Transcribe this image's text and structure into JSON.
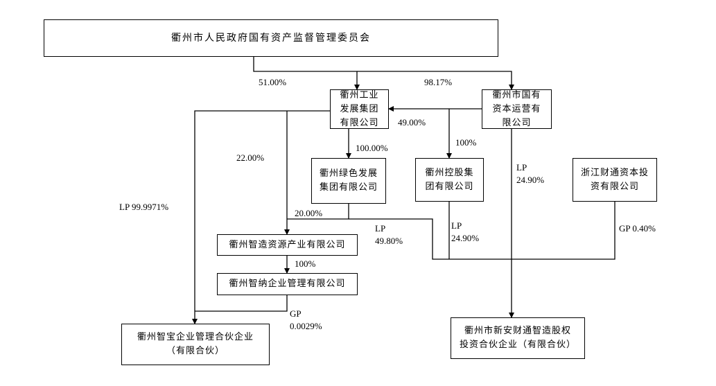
{
  "entities": {
    "sasac": "衢州市人民政府国有资产监督管理委员会",
    "industrial_group": "衢州工业\n发展集团\n有限公司",
    "state_capital": "衢州市国有\n资本运营有\n限公司",
    "green_group": "衢州绿色发展\n集团有限公司",
    "holding_group": "衢州控股集\n团有限公司",
    "zheshang_capital": "浙江财通资本投\n资有限公司",
    "zhizao_resource": "衢州智造资源产业有限公司",
    "zhina_mgmt": "衢州智纳企业管理有限公司",
    "zhibao_partnership": "衢州智宝企业管理合伙企业\n（有限合伙）",
    "xinan_fund": "衢州市新安财通智造股权\n投资合伙企业（有限合伙）"
  },
  "edges": {
    "sasac_industrial": "51.00%",
    "sasac_state_capital": "98.17%",
    "state_capital_industrial": "49.00%",
    "industrial_green": "100.00%",
    "state_capital_holding": "100%",
    "industrial_zhizao": "22.00%",
    "green_zhizao": "20.00%",
    "zhizao_zhina": "100%",
    "industrial_zhibao": "LP 99.9971%",
    "zhina_zhibao": "GP\n0.0029%",
    "green_xinan": "LP\n49.80%",
    "holding_xinan": "LP\n24.90%",
    "state_capital_xinan": "LP\n24.90%",
    "zheshang_xinan": "GP 0.40%"
  }
}
